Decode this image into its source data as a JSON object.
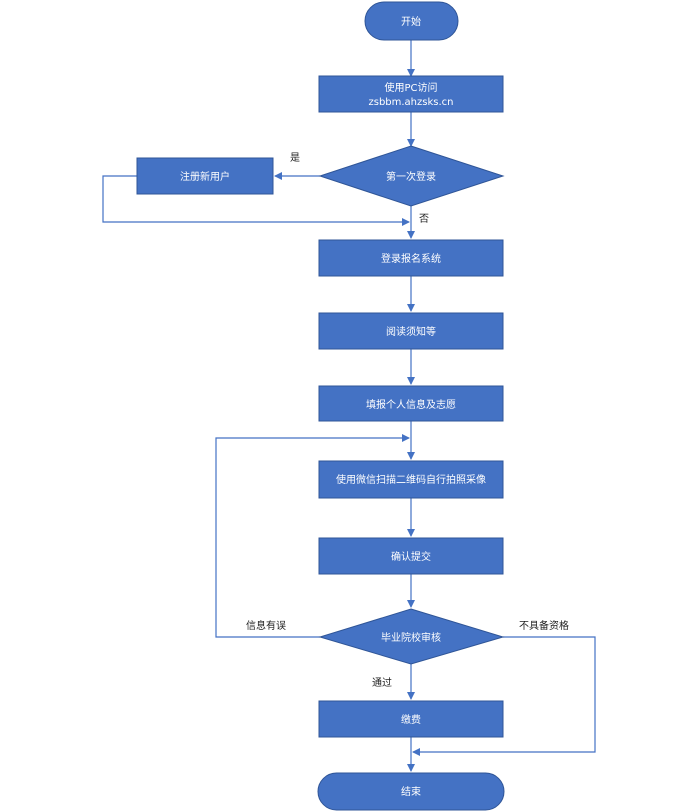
{
  "colors": {
    "node_fill": "#4472C4",
    "node_stroke": "#2F5597",
    "line": "#4472C4",
    "label_text": "#222222",
    "node_text": "#FFFFFF"
  },
  "nodes": {
    "start": "开始",
    "pc_access_line1": "使用PC访问",
    "pc_access_line2": "zsbbm.ahzsks.cn",
    "first_login": "第一次登录",
    "register": "注册新用户",
    "login": "登录报名系统",
    "read_notice": "阅读须知等",
    "fill_info": "填报个人信息及志愿",
    "wechat_photo": "使用微信扫描二维码自行拍照采像",
    "confirm_submit": "确认提交",
    "school_review": "毕业院校审核",
    "pay": "缴费",
    "end": "结束"
  },
  "edge_labels": {
    "yes": "是",
    "no": "否",
    "info_error": "信息有误",
    "not_qualified": "不具备资格",
    "passed": "通过"
  }
}
